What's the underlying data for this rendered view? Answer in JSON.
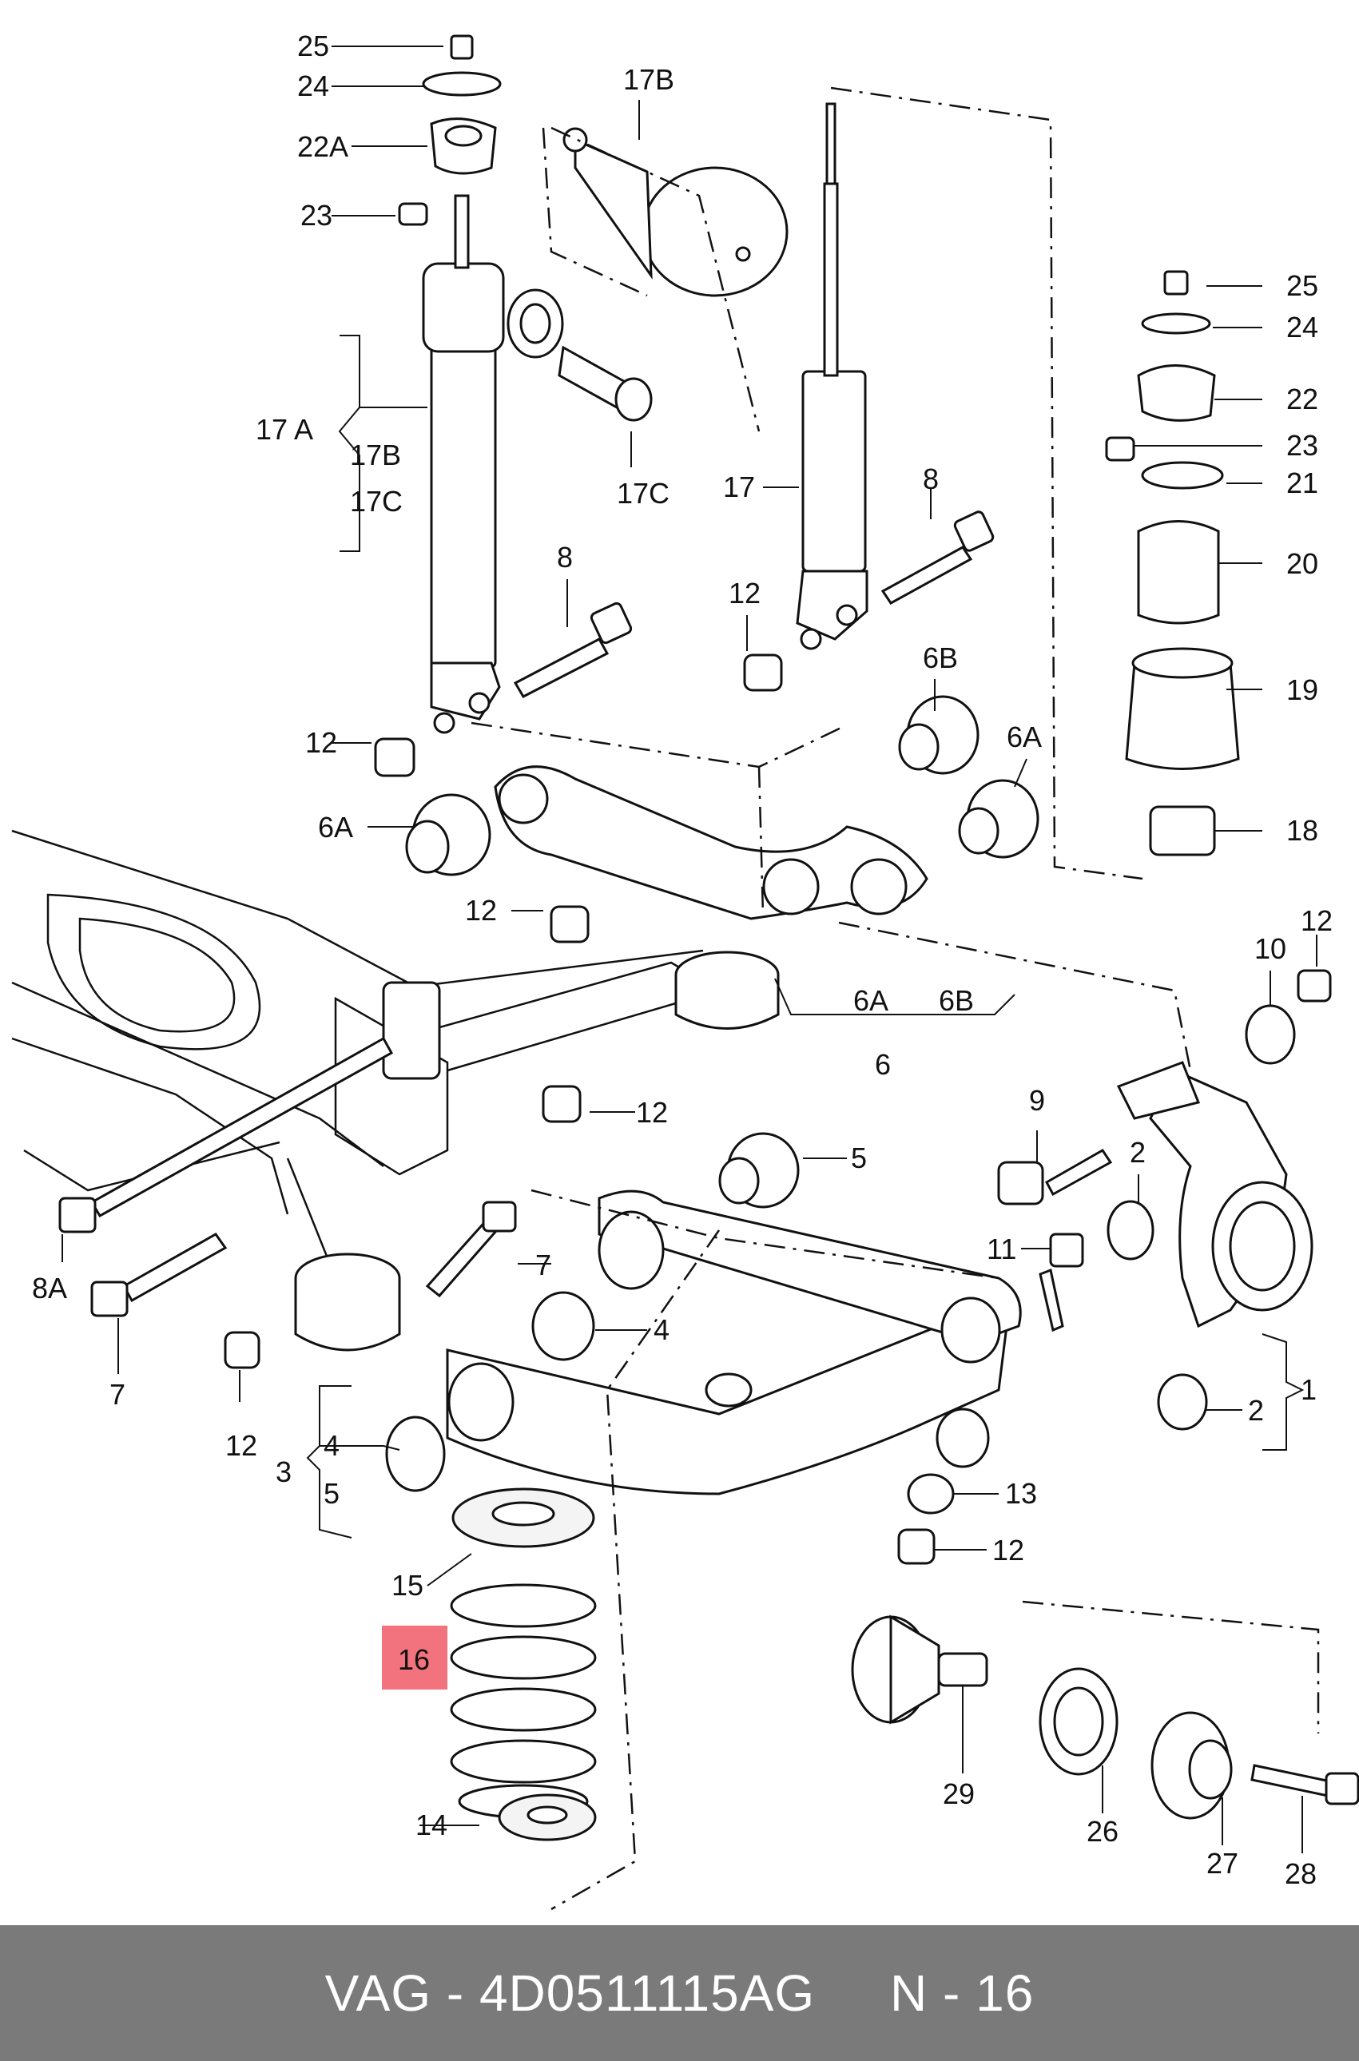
{
  "diagram": {
    "highlight_color": "#f2737e",
    "callouts": {
      "c25a": "25",
      "c24a": "24",
      "c22A": "22A",
      "c23a": "23",
      "c17B_top": "17B",
      "c17A": "17 A",
      "c17B_brace": "17B",
      "c17C_brace": "17C",
      "c17C": "17C",
      "c8_left": "8",
      "c12_a": "12",
      "c17": "17",
      "c8_mid": "8",
      "c12_b": "12",
      "c6B": "6B",
      "c6A_right": "6A",
      "c6A_left": "6A",
      "c12_c": "12",
      "c6A_sub": "6A",
      "c6B_sub": "6B",
      "c6": "6",
      "c25b": "25",
      "c24b": "24",
      "c22": "22",
      "c23b": "23",
      "c21": "21",
      "c20": "20",
      "c19": "19",
      "c18": "18",
      "c10": "10",
      "c12_d": "12",
      "c12_e": "12",
      "c5": "5",
      "c9": "9",
      "c2_top": "2",
      "c11": "11",
      "c8A": "8A",
      "c7_left": "7",
      "c7_mid": "7",
      "c4_mid": "4",
      "c12_f": "12",
      "c3": "3",
      "c4_brace": "4",
      "c5_brace": "5",
      "c1": "1",
      "c2_bottom": "2",
      "c13": "13",
      "c12_g": "12",
      "c15": "15",
      "c16": "16",
      "c14": "14",
      "c29": "29",
      "c26": "26",
      "c27": "27",
      "c28": "28"
    }
  },
  "footer": {
    "text": "VAG - 4D0511115AG     N - 16",
    "background": "#7a7a7a"
  }
}
